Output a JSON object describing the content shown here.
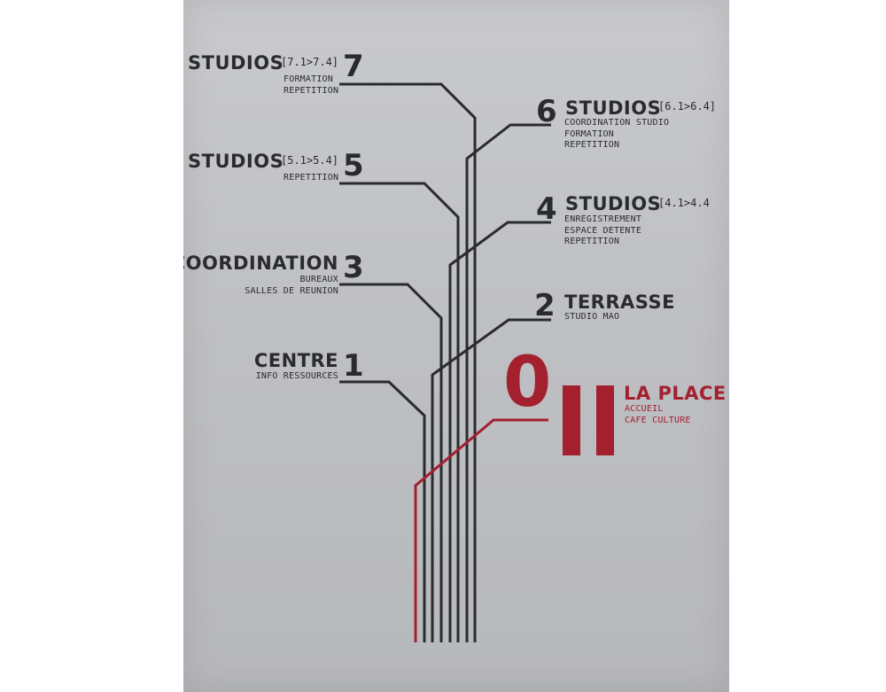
{
  "floors": {
    "f7": {
      "title": "STUDIOS",
      "range": "[7.1>7.4]",
      "number": "7",
      "lines": [
        "FORMATION",
        "REPETITION"
      ]
    },
    "f6": {
      "title": "STUDIOS",
      "range": "[6.1>6.4]",
      "number": "6",
      "lines": [
        "COORDINATION STUDIO",
        "FORMATION",
        "REPETITION"
      ]
    },
    "f5": {
      "title": "STUDIOS",
      "range": "[5.1>5.4]",
      "number": "5",
      "lines": [
        "REPETITION"
      ]
    },
    "f4": {
      "title": "STUDIOS",
      "range": "[4.1>4.4",
      "number": "4",
      "lines": [
        "ENREGISTREMENT",
        "ESPACE DETENTE",
        "REPETITION"
      ]
    },
    "f3": {
      "title": "COORDINATION",
      "number": "3",
      "lines": [
        "BUREAUX",
        "SALLES DE REUNION"
      ]
    },
    "f2": {
      "title": "TERRASSE",
      "number": "2",
      "lines": [
        "STUDIO MAO"
      ]
    },
    "f1": {
      "title": "CENTRE",
      "number": "1",
      "lines": [
        "INFO RESSOURCES"
      ]
    },
    "f0": {
      "title": "LA PLACE",
      "number": "0",
      "lines": [
        "ACCUEIL",
        "CAFE CULTURE"
      ]
    }
  },
  "colors": {
    "accent": "#a3202f",
    "ink": "#2a2b2f",
    "panel": "#c4c5c9"
  }
}
